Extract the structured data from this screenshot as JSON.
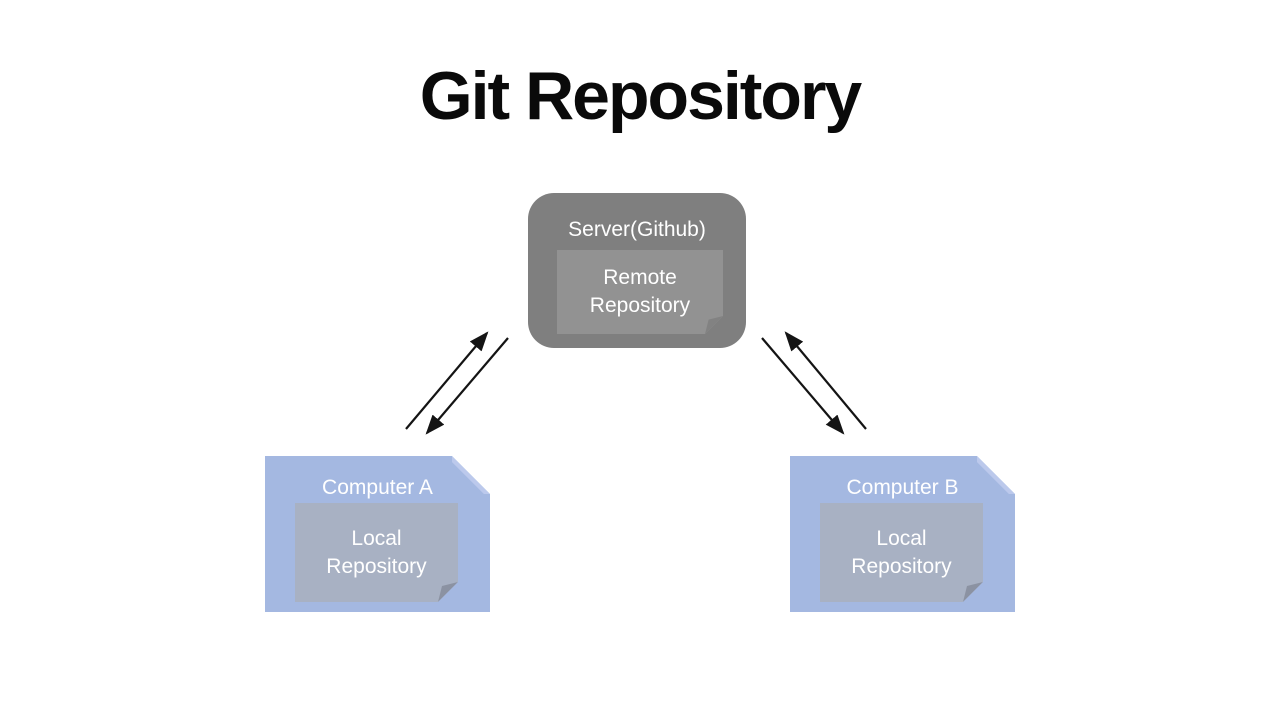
{
  "title": "Git Repository",
  "server": {
    "label": "Server(Github)",
    "repo": {
      "line1": "Remote",
      "line2": "Repository"
    }
  },
  "computer_a": {
    "label": "Computer A",
    "repo": {
      "line1": "Local",
      "line2": "Repository"
    }
  },
  "computer_b": {
    "label": "Computer B",
    "repo": {
      "line1": "Local",
      "line2": "Repository"
    }
  },
  "colors": {
    "background": "#ffffff",
    "title_text": "#0a0a0a",
    "server_box": "#7f7f7f",
    "remote_repo_box": "#929292",
    "computer_box": "#a4b8e1",
    "local_repo_box": "#a8b1c3",
    "box_text": "#ffffff",
    "arrow": "#141414"
  }
}
